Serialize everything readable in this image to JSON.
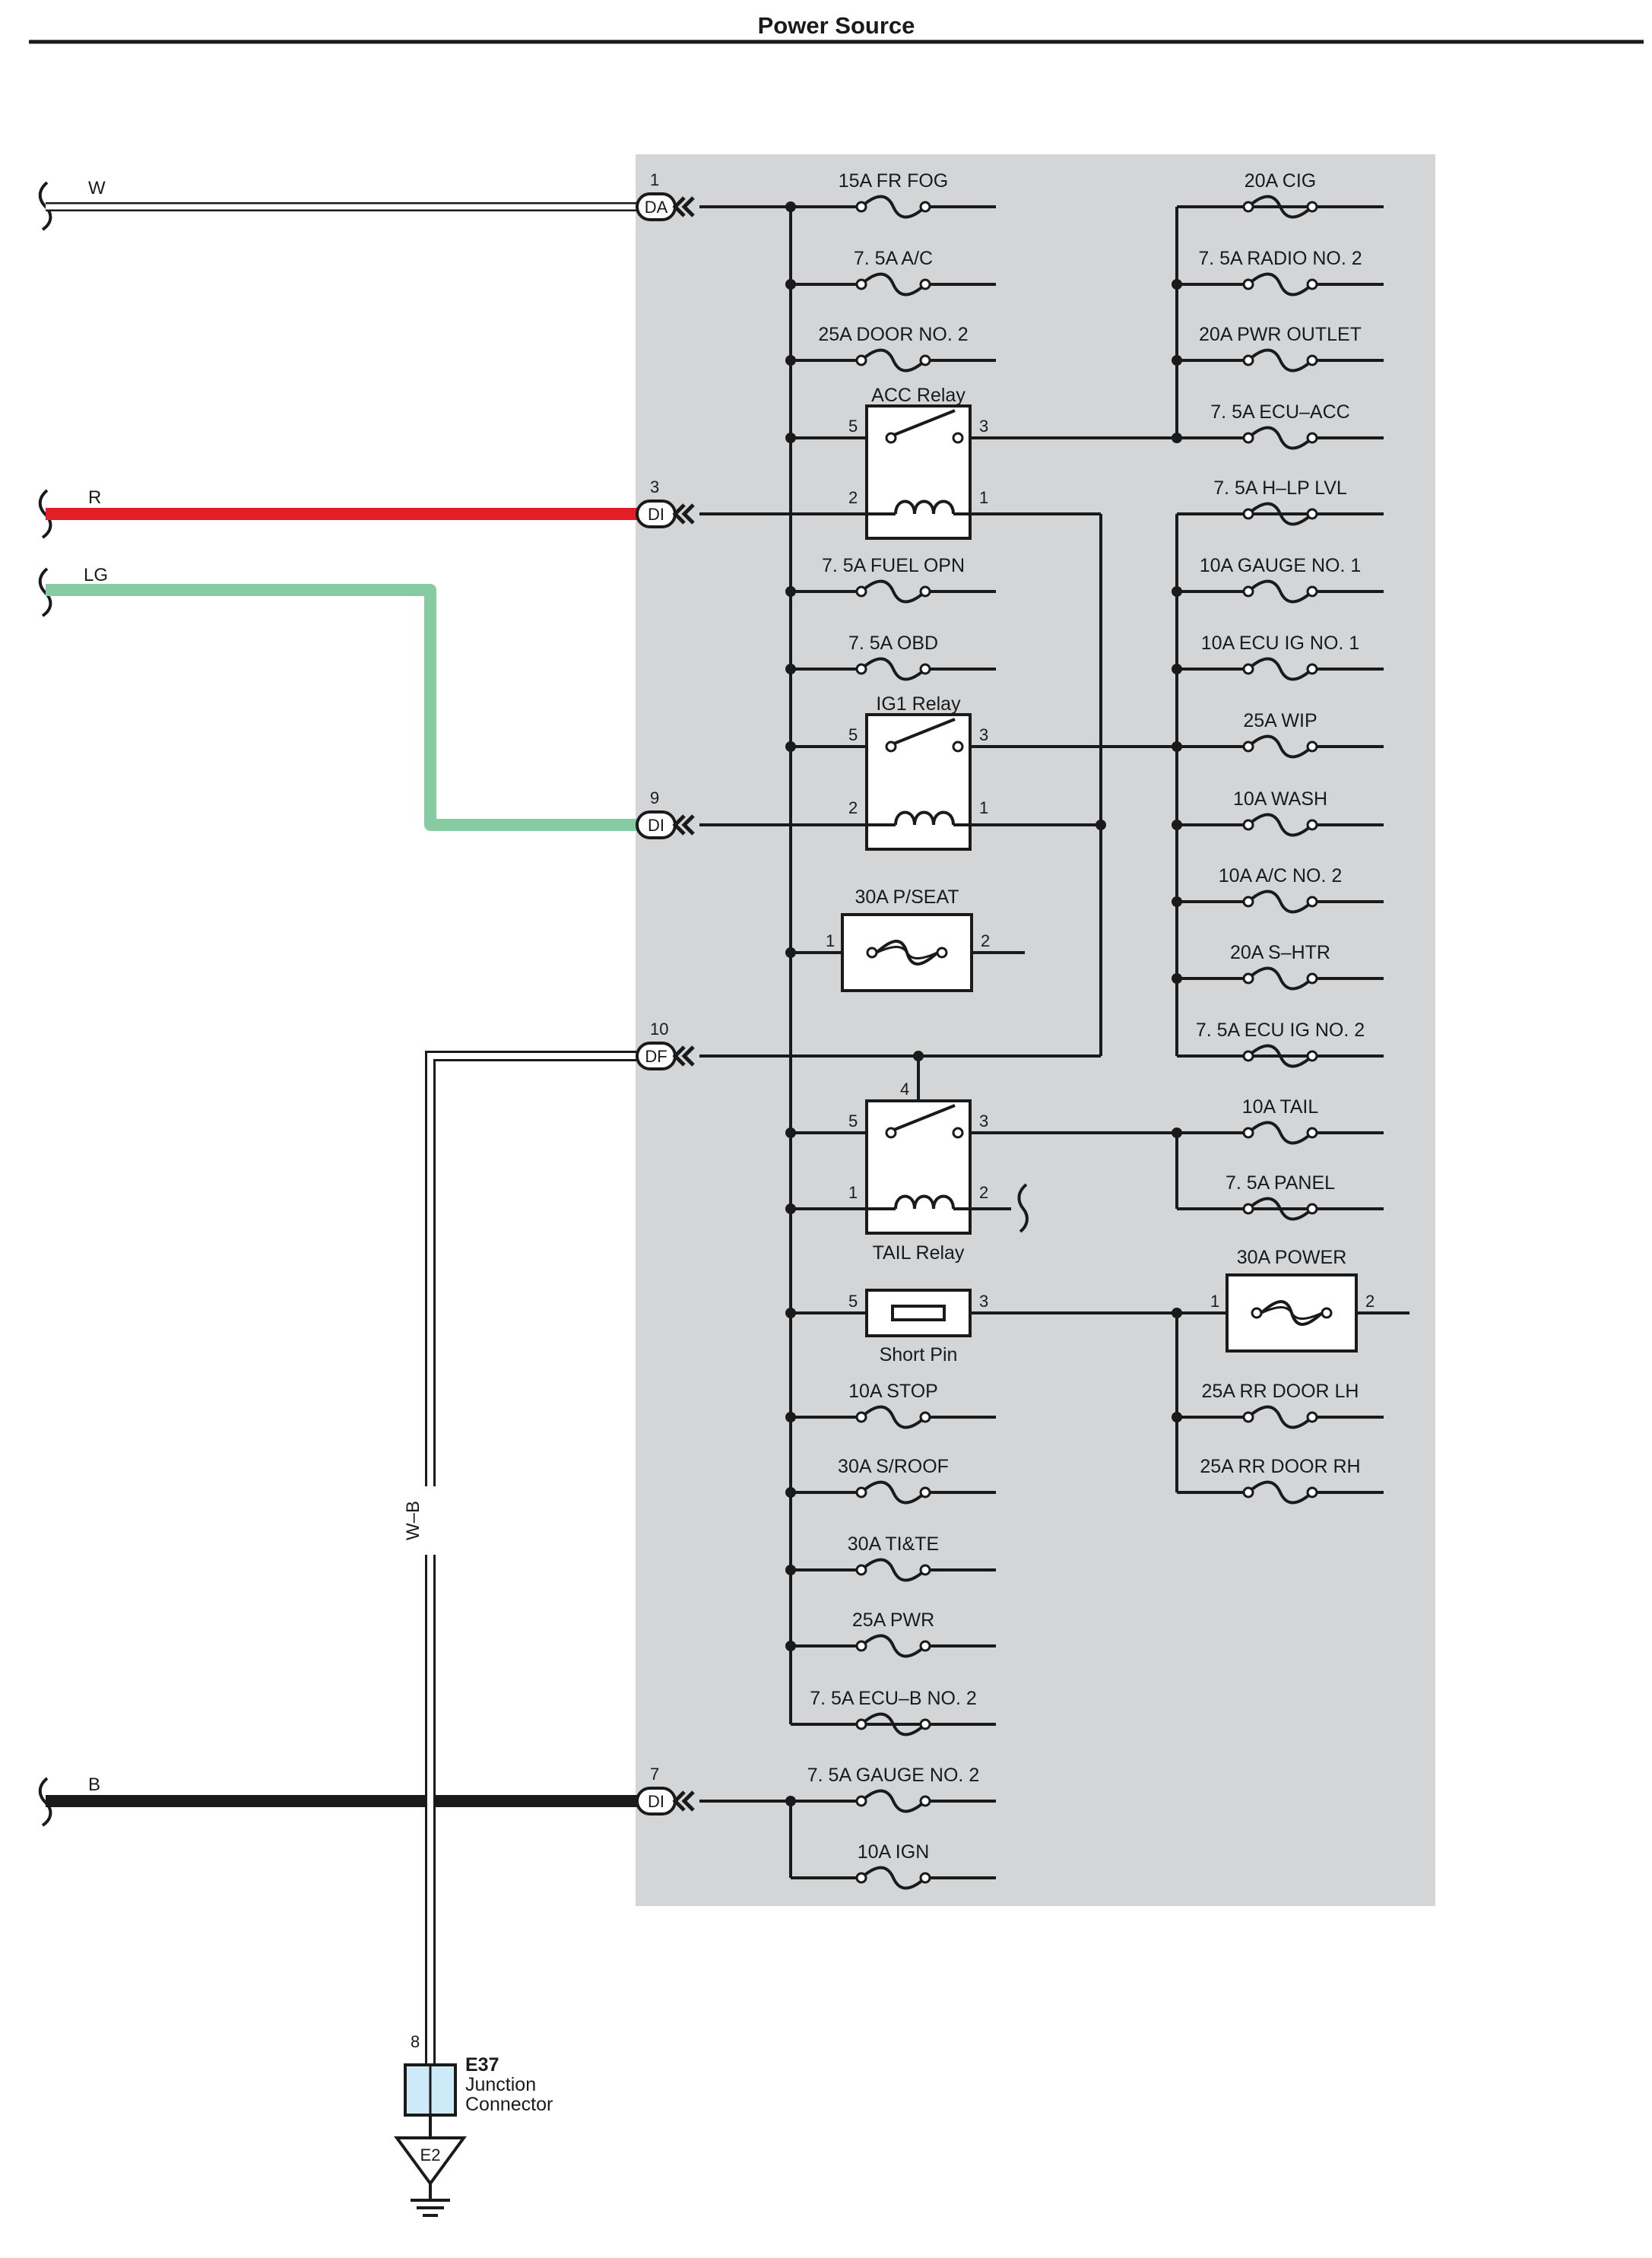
{
  "title": "Power Source",
  "wires": {
    "w": "W",
    "r": "R",
    "lg": "LG",
    "b": "B",
    "wb": "W–B"
  },
  "colors": {
    "panel": "#d4d5d7",
    "red": "#e31e26",
    "light_green": "#86cba1",
    "black": "#1a1a1a",
    "connector": "#cdeaf8"
  },
  "connectors": {
    "da": {
      "pin": "1",
      "name": "DA"
    },
    "di3": {
      "pin": "3",
      "name": "DI"
    },
    "di9": {
      "pin": "9",
      "name": "DI"
    },
    "df": {
      "pin": "10",
      "name": "DF"
    },
    "di7": {
      "pin": "7",
      "name": "DI"
    }
  },
  "fuses_left": [
    "15A FR FOG",
    "7. 5A A/C",
    "25A DOOR NO. 2",
    "7. 5A FUEL OPN",
    "7. 5A OBD",
    "10A STOP",
    "30A S/ROOF",
    "30A TI&TE",
    "25A PWR",
    "7. 5A ECU–B NO. 2",
    "7. 5A GAUGE NO. 2",
    "10A IGN"
  ],
  "fuses_right": [
    "20A CIG",
    "7. 5A RADIO NO. 2",
    "20A PWR OUTLET",
    "7. 5A ECU–ACC",
    "7. 5A H–LP LVL",
    "10A GAUGE NO. 1",
    "10A ECU IG NO. 1",
    "25A WIP",
    "10A WASH",
    "10A A/C NO. 2",
    "20A S–HTR",
    "7. 5A ECU IG NO. 2",
    "10A TAIL",
    "7. 5A PANEL",
    "25A RR DOOR LH",
    "25A RR DOOR RH"
  ],
  "relays": {
    "acc": {
      "name": "ACC Relay",
      "p5": "5",
      "p3": "3",
      "p2": "2",
      "p1": "1"
    },
    "ig1": {
      "name": "IG1 Relay",
      "p5": "5",
      "p3": "3",
      "p2": "2",
      "p1": "1"
    },
    "tail": {
      "name": "TAIL Relay",
      "p4": "4",
      "p5": "5",
      "p3": "3",
      "p1": "1",
      "p2": "2"
    }
  },
  "fusible_links": {
    "pseat": {
      "name": "30A P/SEAT",
      "p1": "1",
      "p2": "2"
    },
    "power": {
      "name": "30A POWER",
      "p1": "1",
      "p2": "2"
    }
  },
  "short_pin": {
    "name": "Short Pin",
    "p5": "5",
    "p3": "3"
  },
  "junction": {
    "pin": "8",
    "code": "E37",
    "line1": "Junction",
    "line2": "Connector"
  },
  "ground": {
    "label": "E2"
  }
}
